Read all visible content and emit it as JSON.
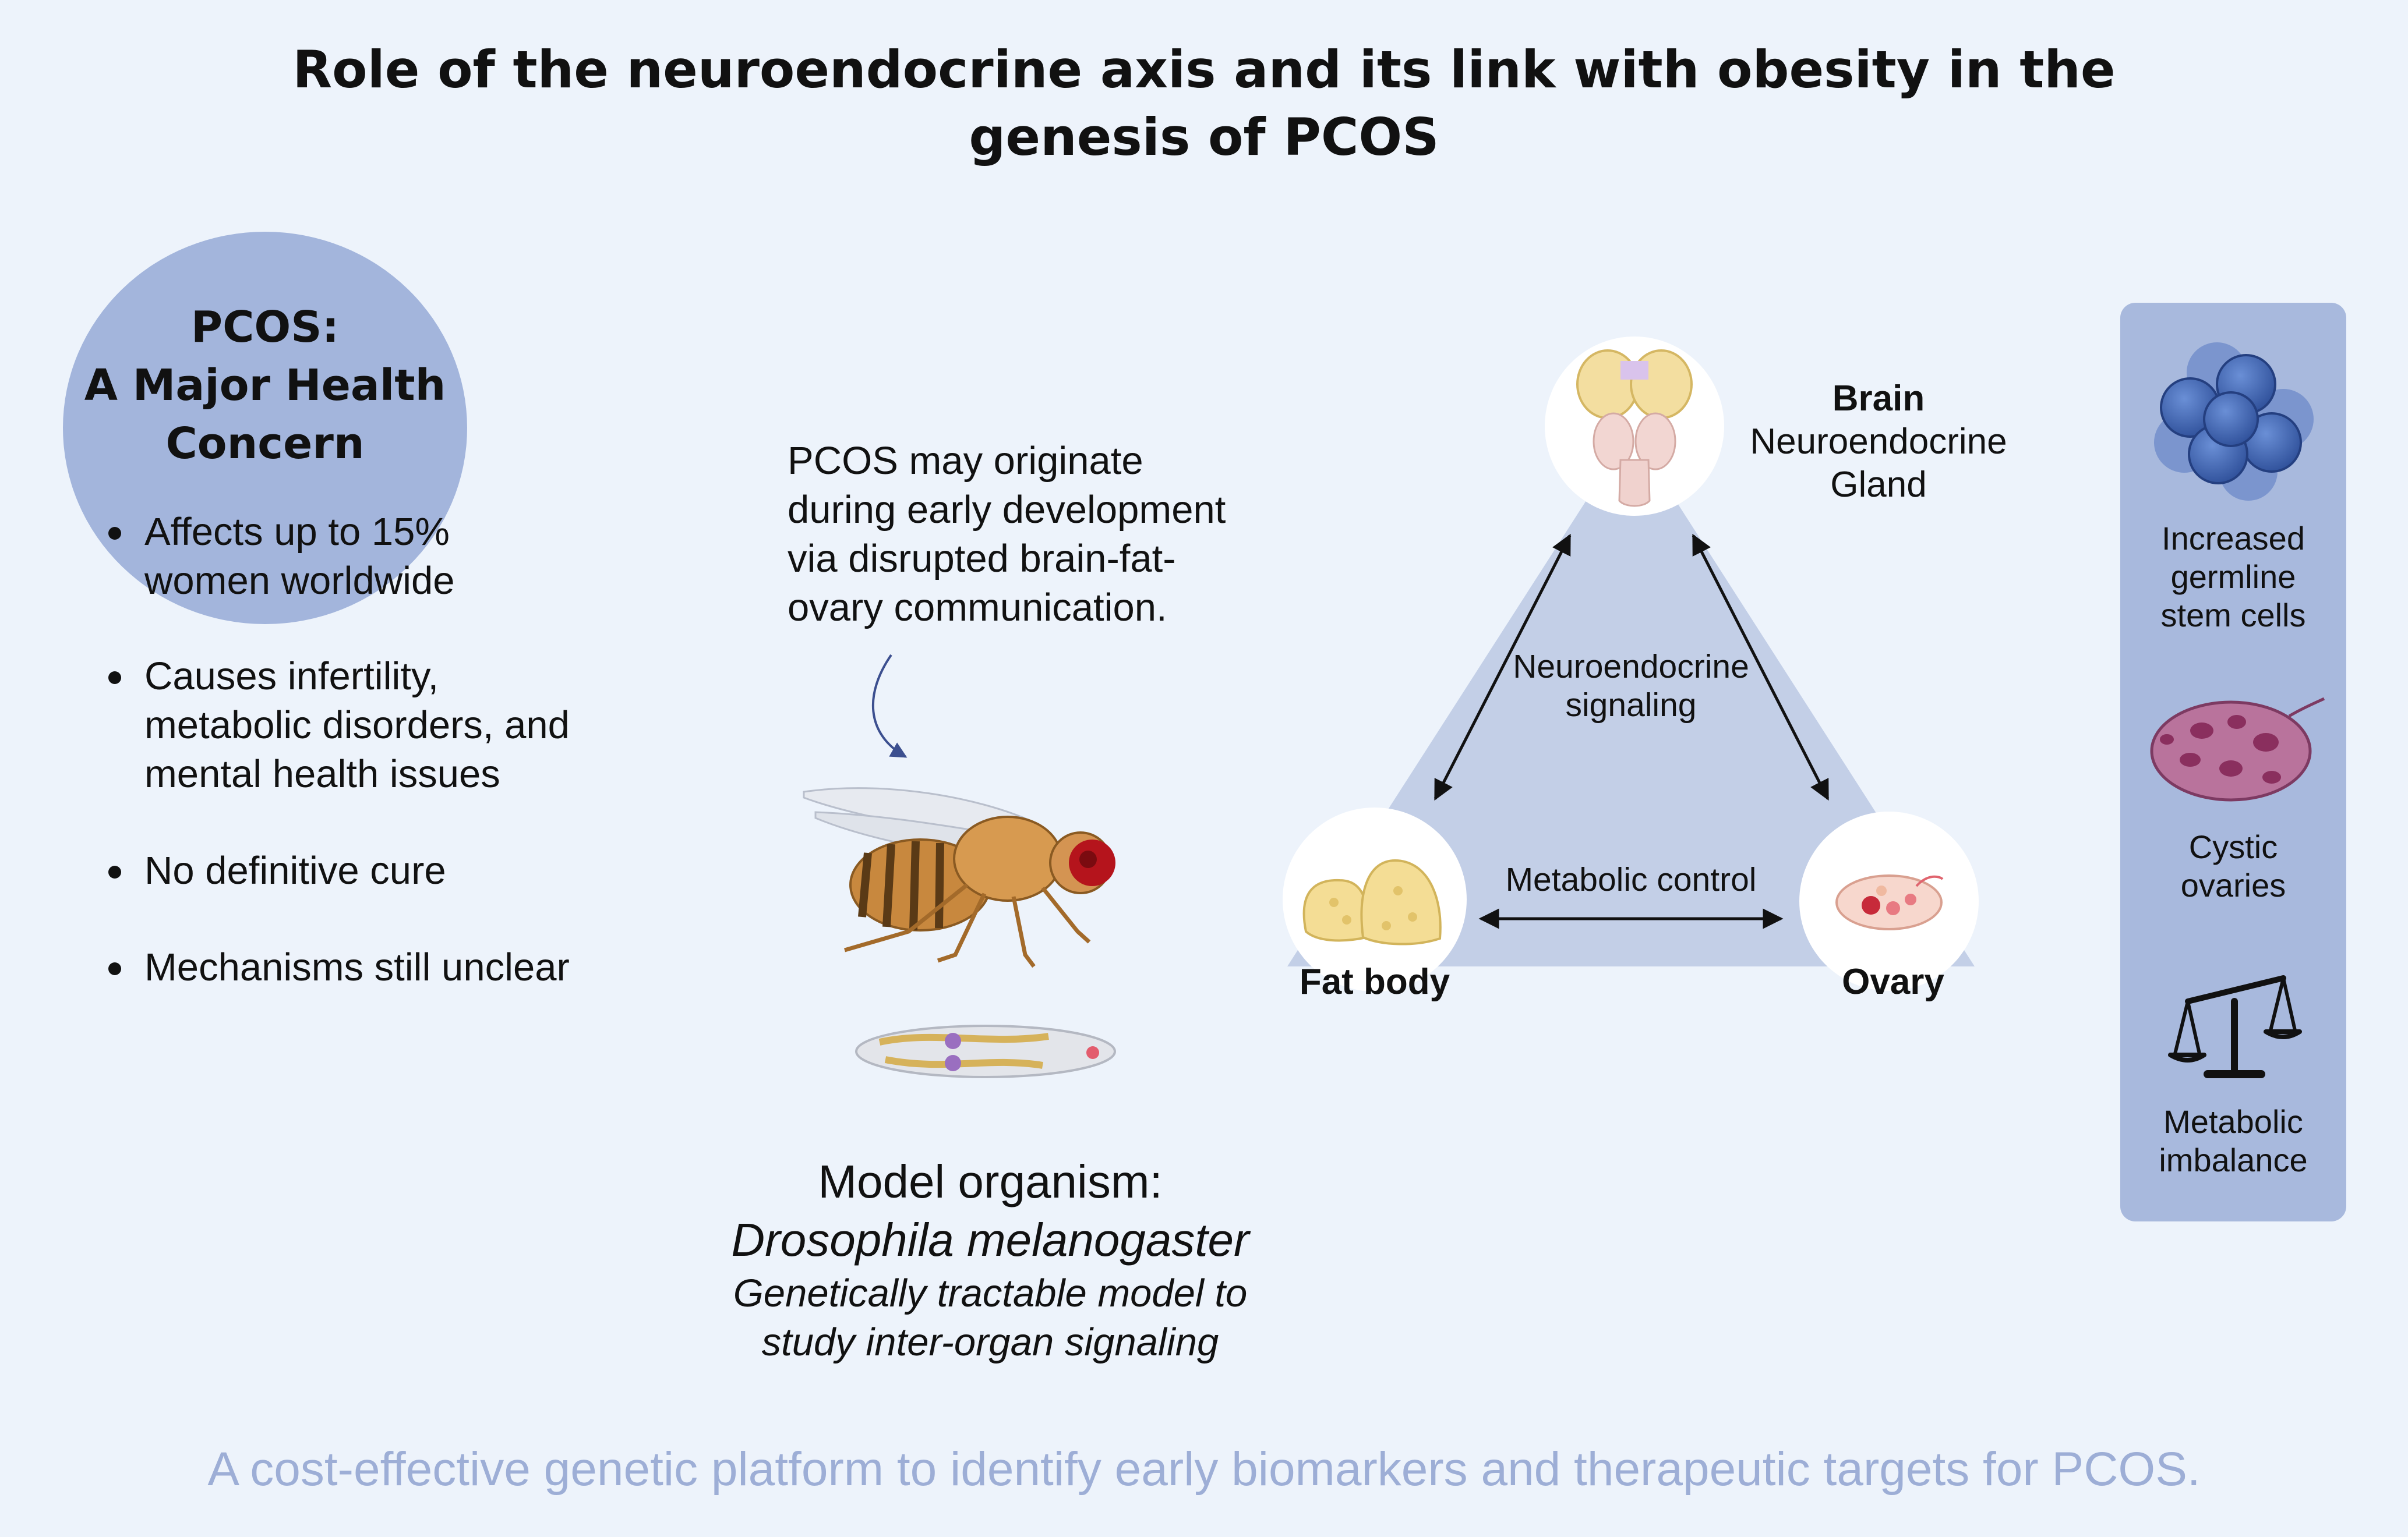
{
  "title": {
    "line1": "Role of the neuroendocrine axis and its link with obesity in the",
    "line2": "genesis of PCOS"
  },
  "concern": {
    "heading_line1": "PCOS:",
    "heading_line2": "A Major Health",
    "heading_line3": "Concern",
    "bullets": [
      {
        "line1": "Affects up to 15%",
        "line2": "women worldwide"
      },
      {
        "line1": "Causes infertility,",
        "line2": "metabolic disorders, and",
        "line3": "mental health issues"
      },
      {
        "line1": "No definitive cure"
      },
      {
        "line1": "Mechanisms still unclear"
      }
    ]
  },
  "note": {
    "line1": "PCOS may originate",
    "line2": "during early development",
    "line3": "via disrupted brain-fat-",
    "line4": "ovary communication."
  },
  "model": {
    "title": "Model organism:",
    "species": "Drosophila melanogaster",
    "desc_line1": "Genetically tractable model to",
    "desc_line2": "study inter-organ signaling"
  },
  "axis": {
    "brain_title": "Brain",
    "brain_sub1": "Neuroendocrine",
    "brain_sub2": "Gland",
    "signal_line1": "Neuroendocrine",
    "signal_line2": "signaling",
    "metabolic": "Metabolic control",
    "fat": "Fat body",
    "ovary": "Ovary"
  },
  "panel": {
    "germline_line1": "Increased",
    "germline_line2": "germline",
    "germline_line3": "stem cells",
    "cystic_line1": "Cystic",
    "cystic_line2": "ovaries",
    "imbalance_line1": "Metabolic",
    "imbalance_line2": "imbalance"
  },
  "footer": "A cost-effective genetic platform to identify early biomarkers and therapeutic targets for PCOS.",
  "colors": {
    "background": "#edf3fb",
    "circle": "#a3b5dc",
    "triangle": "#c3cfe7",
    "panel": "#a8b9dd",
    "stem_cells": "#3f63ad",
    "footer_text": "#9daed6"
  },
  "icons": [
    "fly-illustration",
    "larva-illustration",
    "brain-icon",
    "fat-body-icon",
    "ovary-icon",
    "stem-cell-icon",
    "cystic-ovary-icon",
    "balance-scale-icon",
    "curved-arrow-icon"
  ]
}
